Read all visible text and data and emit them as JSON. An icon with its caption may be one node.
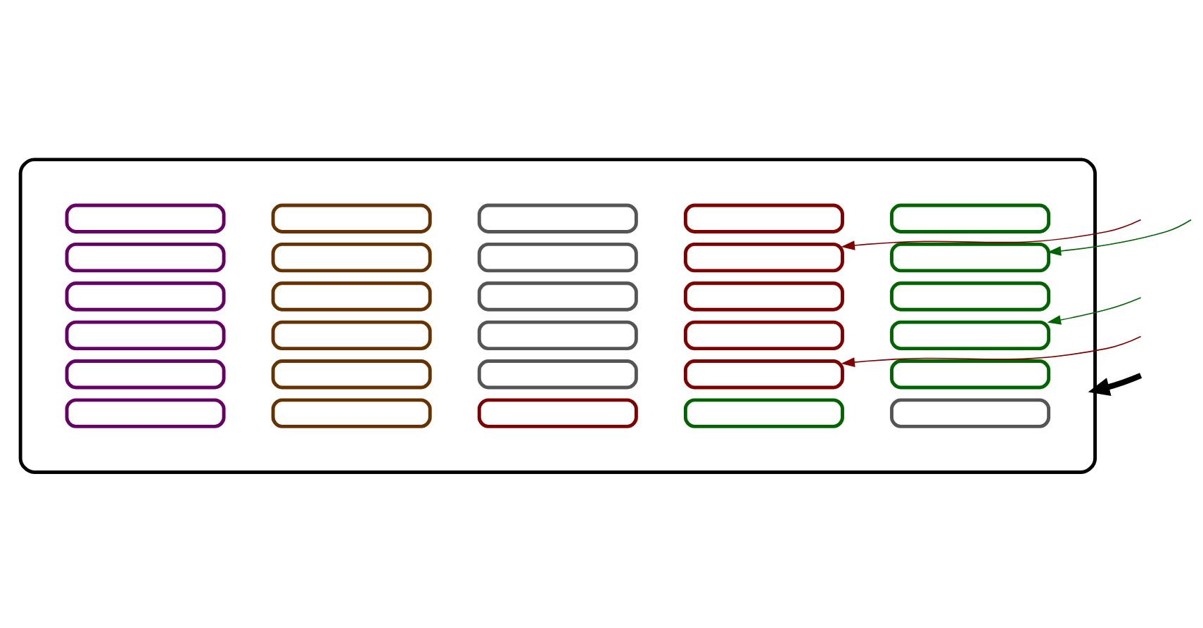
{
  "diagram": {
    "nodes": [
      {
        "text": [],
        "shape": "ellipse"
      },
      {
        "text": [],
        "shape": "box",
        "in": 0
      },
      {
        "text": [],
        "shape": "box",
        "in": 0
      },
      {
        "text": [],
        "shape": "box",
        "in": 0
      },
      {
        "text": [],
        "shape": "box",
        "in": 0
      },
      {
        "text": [],
        "shape": "box",
        "in": 0
      },
      {
        "text": [],
        "shape": "box",
        "in": 0
      },
      {
        "text": [],
        "shape": "box",
        "in": 0
      },
      {
        "text": [],
        "shape": "box",
        "in": 0
      },
      {
        "text": [],
        "shape": "box",
        "in": 0
      },
      {
        "text": [],
        "shape": "box",
        "in": 0
      },
      {
        "text": [],
        "shape": "box",
        "in": 0
      },
      {
        "text": [],
        "shape": "box",
        "in": 0
      },
      {
        "text": [],
        "shape": "box",
        "in": 0
      },
      {
        "text": [],
        "shape": "box",
        "in": 0
      },
      {
        "text": [],
        "shape": "box",
        "in": 0
      },
      {
        "text": [],
        "shape": "box",
        "in": 0
      },
      {
        "text": [],
        "shape": "box",
        "in": 0
      },
      {
        "text": [],
        "shape": "box",
        "in": 0
      },
      {
        "text": [],
        "shape": "box",
        "in": 0
      },
      {
        "text": [],
        "shape": "box",
        "in": 0
      },
      {
        "text": [],
        "shape": "box",
        "in": 0
      },
      {
        "text": [],
        "shape": "box",
        "in": 0
      },
      {
        "text": [],
        "shape": "box",
        "in": 0
      },
      {
        "text": [],
        "shape": "box",
        "in": 0
      },
      {
        "text": [],
        "shape": "box",
        "in": 0
      },
      {
        "text": [],
        "shape": "box",
        "in": 0
      },
      {
        "text": [],
        "shape": "box",
        "in": 0
      },
      {
        "text": [],
        "shape": "box",
        "in": 0
      },
      {
        "text": [],
        "shape": "box",
        "in": 0
      },
      {
        "text": [],
        "shape": "box",
        "in": 0
      }
    ],
    "edges": [
      {
        "from": null,
        "to": 2,
        "arrow": "to",
        "color": "#800000"
      },
      {
        "from": null,
        "to": 5,
        "arrow": "to",
        "color": "#800000"
      },
      {
        "from": null,
        "to": 10,
        "arrow": "to",
        "color": "#006400"
      },
      {
        "from": null,
        "to": 8,
        "arrow": "to",
        "color": "#006400"
      },
      {
        "from": null,
        "to": 0,
        "arrow": "to",
        "style": "thick",
        "color": "#000000"
      }
    ]
  }
}
